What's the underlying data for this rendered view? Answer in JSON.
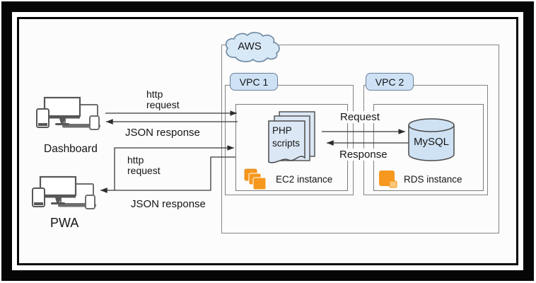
{
  "aws": {
    "cloud_label": "AWS",
    "vpc1": {
      "label": "VPC 1",
      "php_line1": "PHP",
      "php_line2": "scripts",
      "ec2_label": "EC2 instance"
    },
    "vpc2": {
      "label": "VPC 2",
      "db_label": "MySQL",
      "rds_label": "RDS instance"
    },
    "db_request": "Request",
    "db_response": "Response"
  },
  "clients": {
    "dashboard": {
      "label": "Dashboard"
    },
    "pwa": {
      "label": "PWA"
    }
  },
  "messages": {
    "dashboard_request_line1": "http",
    "dashboard_request_line2": "request",
    "dashboard_response": "JSON response",
    "pwa_request_line1": "http",
    "pwa_request_line2": "request",
    "pwa_response": "JSON response"
  },
  "colors": {
    "node_fill": "#d7e8f7",
    "box_border": "#848484",
    "aws_orange": "#f6981e",
    "aws_orange_light": "#fbc77e",
    "line": "#3a3a3a"
  }
}
